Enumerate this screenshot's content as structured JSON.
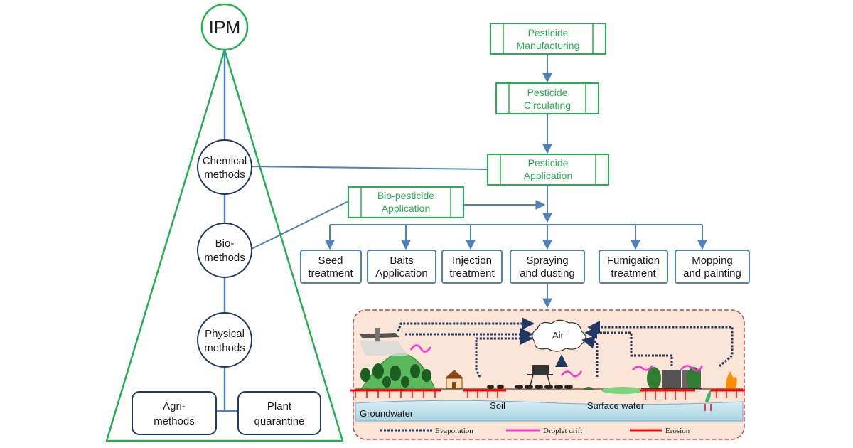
{
  "ipm": {
    "title": "IPM",
    "methods": [
      {
        "line1": "Chemical",
        "line2": "methods"
      },
      {
        "line1": "Bio-",
        "line2": "methods"
      },
      {
        "line1": "Physical",
        "line2": "methods"
      }
    ],
    "bottom_boxes": [
      {
        "line1": "Agri-",
        "line2": "methods"
      },
      {
        "line1": "Plant",
        "line2": "quarantine"
      }
    ]
  },
  "flow": {
    "manufacturing": {
      "line1": "Pesticide",
      "line2": "Manufacturing"
    },
    "circulating": {
      "line1": "Pesticide",
      "line2": "Circulating"
    },
    "application": {
      "line1": "Pesticide",
      "line2": "Application"
    },
    "bio_application": {
      "line1": "Bio-pesticide",
      "line2": "Application"
    }
  },
  "techniques": [
    {
      "line1": "Seed",
      "line2": "treatment"
    },
    {
      "line1": "Baits",
      "line2": "Application"
    },
    {
      "line1": "Injection",
      "line2": "treatment"
    },
    {
      "line1": "Spraying",
      "line2": "and dusting"
    },
    {
      "line1": "Fumigation",
      "line2": "treatment"
    },
    {
      "line1": "Mopping",
      "line2": "and painting"
    }
  ],
  "environment": {
    "air": "Air",
    "soil": "Soil",
    "surface_water": "Surface water",
    "groundwater": "Groundwater",
    "legend": {
      "evaporation": "Evaporation",
      "droplet_drift": "Droplet drift",
      "erosion": "Erosion"
    }
  },
  "colors": {
    "blue": "#4f81bd",
    "navy": "#1f3864",
    "green": "#22b14c",
    "red": "#ff0000",
    "magenta": "#ff33cc",
    "env_bg": "#fbe5d6"
  }
}
